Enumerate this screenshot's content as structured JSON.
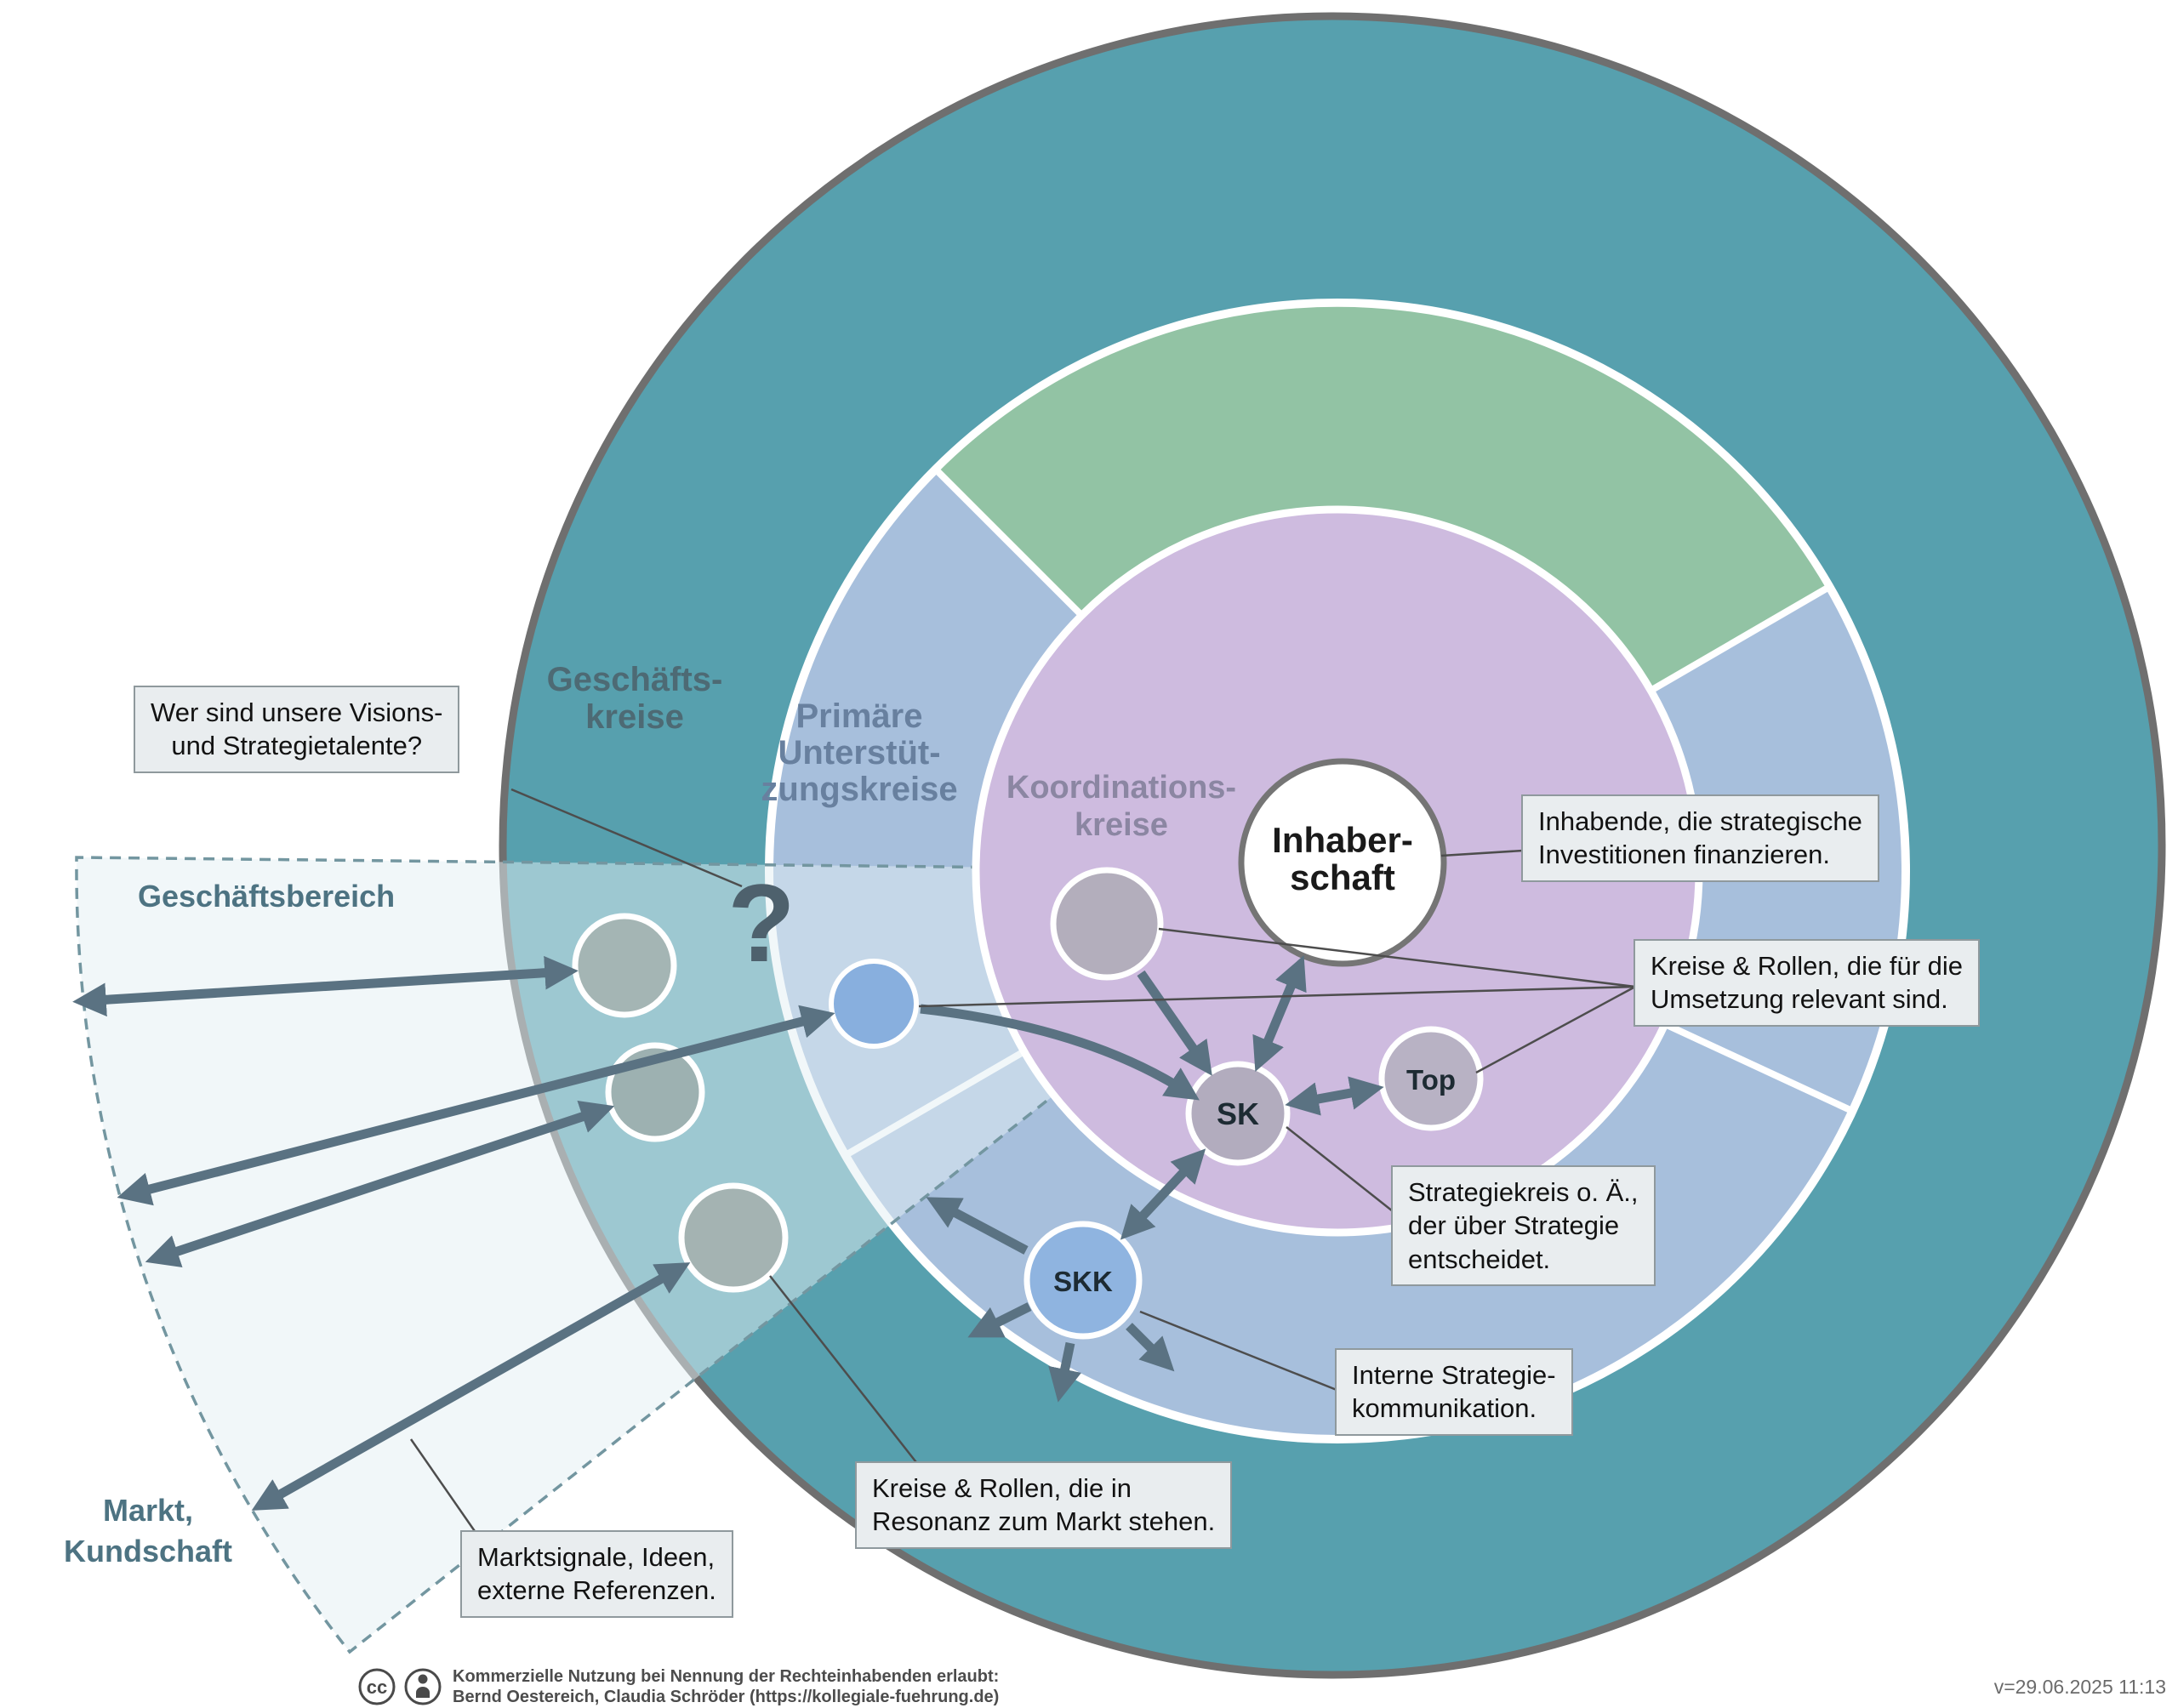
{
  "diagram": {
    "rings": {
      "business_label": [
        "Geschäfts-",
        "kreise"
      ],
      "support_label": [
        "Primäre",
        "Unterstüt-",
        "zungskreise"
      ],
      "coordination_label": [
        "Koordinations-",
        "kreise"
      ],
      "ownership_label": [
        "Inhaber-",
        "schaft"
      ]
    },
    "nodes": {
      "sk": "SK",
      "skk": "SKK",
      "top": "Top",
      "question_mark": "?"
    },
    "regions": {
      "business_area": "Geschäftsbereich",
      "market_label": [
        "Markt,",
        "Kundschaft"
      ]
    },
    "callouts": {
      "vision_talents": [
        "Wer sind unsere Visions-",
        "und Strategietalente?"
      ],
      "owners": [
        "Inhabende, die strategische",
        "Investitionen finanzieren."
      ],
      "implementation": [
        "Kreise & Rollen, die für die",
        "Umsetzung relevant sind."
      ],
      "strategy_circle": [
        "Strategiekreis o. Ä.,",
        "der über Strategie",
        "entscheidet."
      ],
      "internal_communication": [
        "Interne Strategie-",
        "kommunikation."
      ],
      "market_resonance": [
        "Kreise & Rollen, die in",
        "Resonanz zum Markt stehen."
      ],
      "market_signals": [
        "Marktsignale, Ideen,",
        "externe Referenzen."
      ]
    },
    "colors": {
      "outer_ring": "#57a0ae",
      "support_ring": "#a7bfdc",
      "green_segment": "#92c3a4",
      "coordination_circle": "#cebbdf",
      "ownership_circle": "#ffffff",
      "node_gray": "#a4b5b4",
      "node_blue": "#88afde",
      "arrow": "#5a7282"
    }
  },
  "footer": {
    "cc_label": "cc",
    "license_line1": "Kommerzielle Nutzung bei Nennung der Rechteinhabenden erlaubt:",
    "license_line2": "Bernd Oestereich, Claudia Schröder (https://kollegiale-fuehrung.de)",
    "version": "v=29.06.2025 11:13"
  }
}
